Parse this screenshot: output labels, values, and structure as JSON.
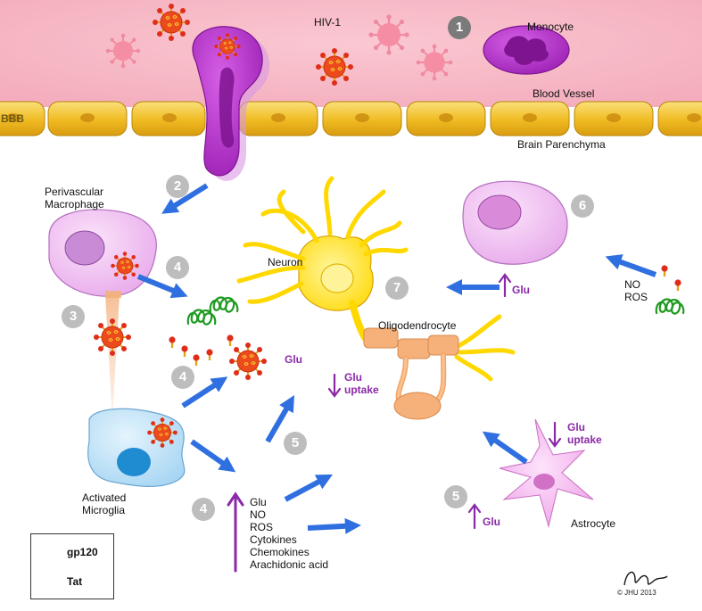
{
  "labels": {
    "hiv1": "HIV-1",
    "monocyte": "Monocyte",
    "blood_vessel": "Blood Vessel",
    "bbb": "BBB",
    "brain_parenchyma": "Brain Parenchyma",
    "perivascular_macrophage": "Perivascular\nMacrophage",
    "neuron": "Neuron",
    "oligodendrocyte": "Oligodendrocyte",
    "activated_microglia": "Activated\nMicroglia",
    "astrocyte": "Astrocyte",
    "no_ros": "NO\nROS",
    "glu_up_neuron": "Glu",
    "glu_center": "Glu",
    "glu_uptake_center": "Glu\nuptake",
    "glu_uptake_astro": "Glu\nuptake",
    "glu_astro": "Glu",
    "mediators": "Glu\nNO\nROS\nCytokines\nChemokines\nArachidonic acid"
  },
  "steps": {
    "s1": "1",
    "s2": "2",
    "s3": "3",
    "s4a": "4",
    "s4b": "4",
    "s4c": "4",
    "s5a": "5",
    "s5b": "5",
    "s6": "6",
    "s7": "7"
  },
  "legend": {
    "gp120": "gp120",
    "tat": "Tat"
  },
  "signature": {
    "copyright": "© JHU 2013"
  },
  "colors": {
    "blood": "#f7b7c4",
    "bbb_cell": "#f2c12e",
    "monocyte": "#b12bc9",
    "arrow": "#2f6fe0",
    "virus": "#e8441f",
    "tat": "#2fb02f",
    "neuron": "#ffe81a",
    "oligo": "#f5b27a",
    "macrophage": "#f2c6f2",
    "microglia": "#bfe2f7",
    "astrocyte": "#f3b8ee",
    "purple_text": "#8a2aa8"
  }
}
